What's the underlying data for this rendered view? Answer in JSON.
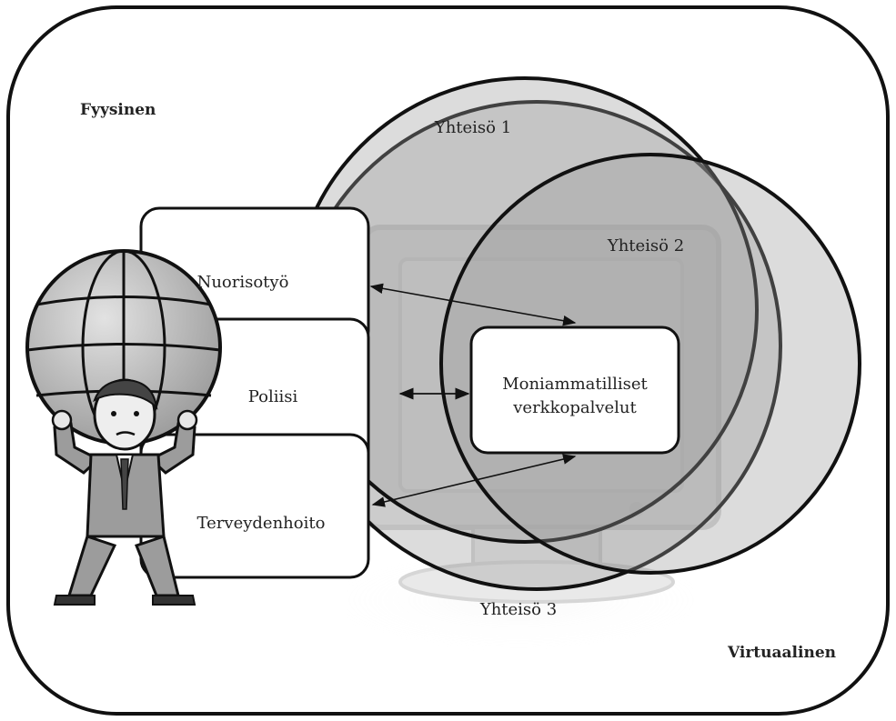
{
  "diagram": {
    "labels": {
      "physical": "Fyysinen",
      "virtual": "Virtuaalinen"
    },
    "communities": [
      {
        "id": "c1",
        "label": "Yhteisö 1"
      },
      {
        "id": "c2",
        "label": "Yhteisö 2"
      },
      {
        "id": "c3",
        "label": "Yhteisö 3"
      }
    ],
    "services": [
      {
        "id": "youth",
        "label": "Nuorisotyö"
      },
      {
        "id": "police",
        "label": "Poliisi"
      },
      {
        "id": "health",
        "label": "Terveydenhoito"
      }
    ],
    "hub": {
      "line1": "Moniammatilliset",
      "line2": "verkkopalvelut"
    },
    "colors": {
      "outline": "#111111",
      "circle_fill": "#9a9a9a",
      "background": "#ffffff"
    },
    "icons": [
      "man-carrying-globe-icon",
      "computer-monitor-icon"
    ]
  }
}
